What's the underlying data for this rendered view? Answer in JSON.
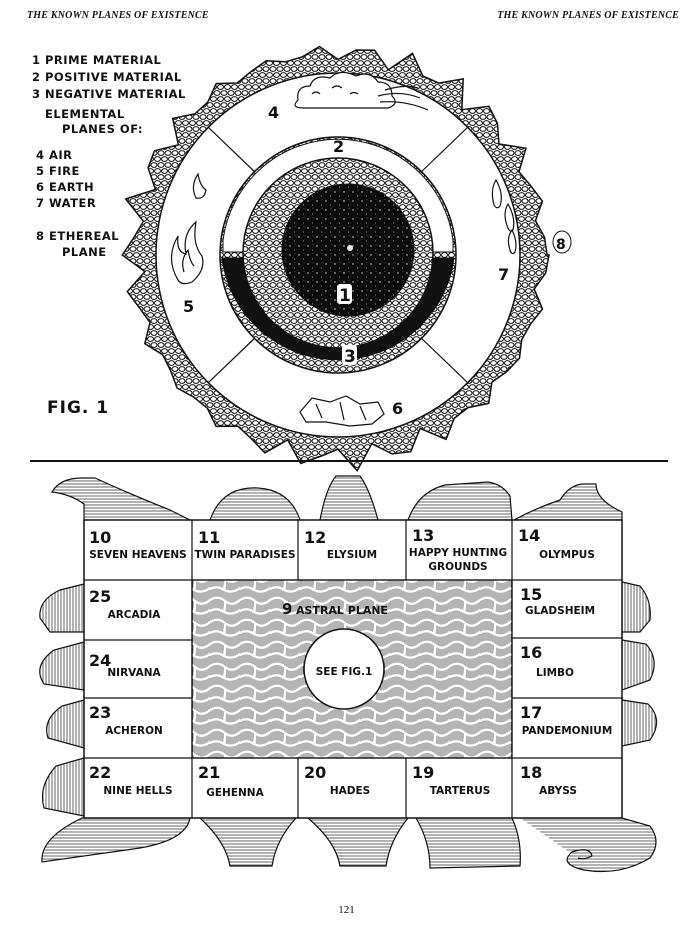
{
  "header": {
    "left": "THE KNOWN PLANES OF EXISTENCE",
    "right": "THE KNOWN PLANES OF EXISTENCE"
  },
  "legend": {
    "items": [
      "1  PRIME MATERIAL",
      "2  POSITIVE  MATERIAL",
      "3  NEGATIVE  MATERIAL"
    ],
    "elemental_title_1": "ELEMENTAL",
    "elemental_title_2": "PLANES OF:",
    "elemental_items": [
      "4 AIR",
      "5 FIRE",
      "6 EARTH",
      "7 WATER"
    ],
    "ethereal_1": "8 ETHEREAL",
    "ethereal_2": "PLANE"
  },
  "fig1": {
    "label": "FIG. 1",
    "numbers": {
      "n1": "1",
      "n2": "2",
      "n3": "3",
      "n4": "4",
      "n5": "5",
      "n6": "6",
      "n7": "7",
      "n8": "8"
    }
  },
  "grid": {
    "center_number": "9",
    "center_name": "ASTRAL PLANE",
    "see_fig": "SEE FIG.1",
    "cells": [
      {
        "num": "10",
        "name": "SEVEN HEAVENS",
        "name2": ""
      },
      {
        "num": "11",
        "name": "TWIN PARADISES",
        "name2": ""
      },
      {
        "num": "12",
        "name": "ELYSIUM",
        "name2": ""
      },
      {
        "num": "13",
        "name": "HAPPY HUNTING",
        "name2": "GROUNDS"
      },
      {
        "num": "14",
        "name": "OLYMPUS",
        "name2": ""
      },
      {
        "num": "15",
        "name": "GLADSHEIM",
        "name2": ""
      },
      {
        "num": "16",
        "name": "LIMBO",
        "name2": ""
      },
      {
        "num": "17",
        "name": "PANDEMONIUM",
        "name2": ""
      },
      {
        "num": "18",
        "name": "ABYSS",
        "name2": ""
      },
      {
        "num": "19",
        "name": "TARTERUS",
        "name2": ""
      },
      {
        "num": "20",
        "name": "HADES",
        "name2": ""
      },
      {
        "num": "21",
        "name": "GEHENNA",
        "name2": ""
      },
      {
        "num": "22",
        "name": "NINE HELLS",
        "name2": ""
      },
      {
        "num": "23",
        "name": "ACHERON",
        "name2": ""
      },
      {
        "num": "24",
        "name": "NIRVANA",
        "name2": ""
      },
      {
        "num": "25",
        "name": "ARCADIA",
        "name2": ""
      }
    ]
  },
  "page_number": "121",
  "colors": {
    "ink": "#111111",
    "paper": "#ffffff",
    "hatch": "#444444"
  }
}
